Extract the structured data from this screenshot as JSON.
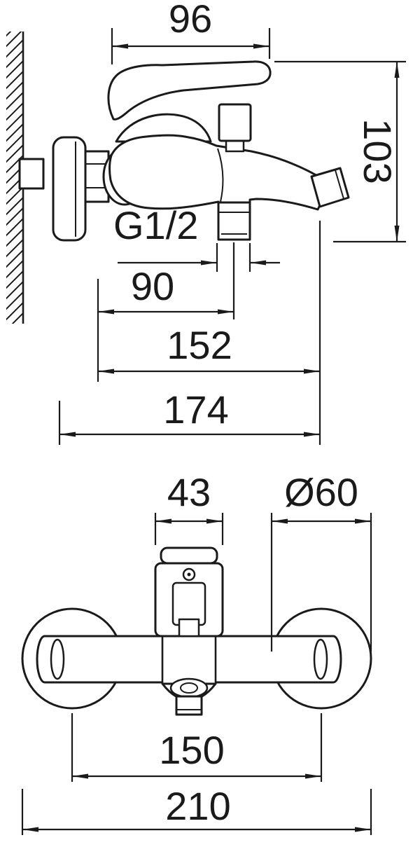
{
  "colors": {
    "line": "#1a1a1a",
    "background": "#ffffff"
  },
  "side_view": {
    "dim_handle_length": "96",
    "dim_height": "103",
    "thread_label": "G1/2",
    "dim_outlet_offset": "90",
    "dim_spout_reach": "152",
    "dim_total_depth": "174"
  },
  "front_view": {
    "dim_body_width": "43",
    "dim_flange_diameter": "Ø60",
    "dim_inlet_spacing": "150",
    "dim_total_width": "210"
  }
}
